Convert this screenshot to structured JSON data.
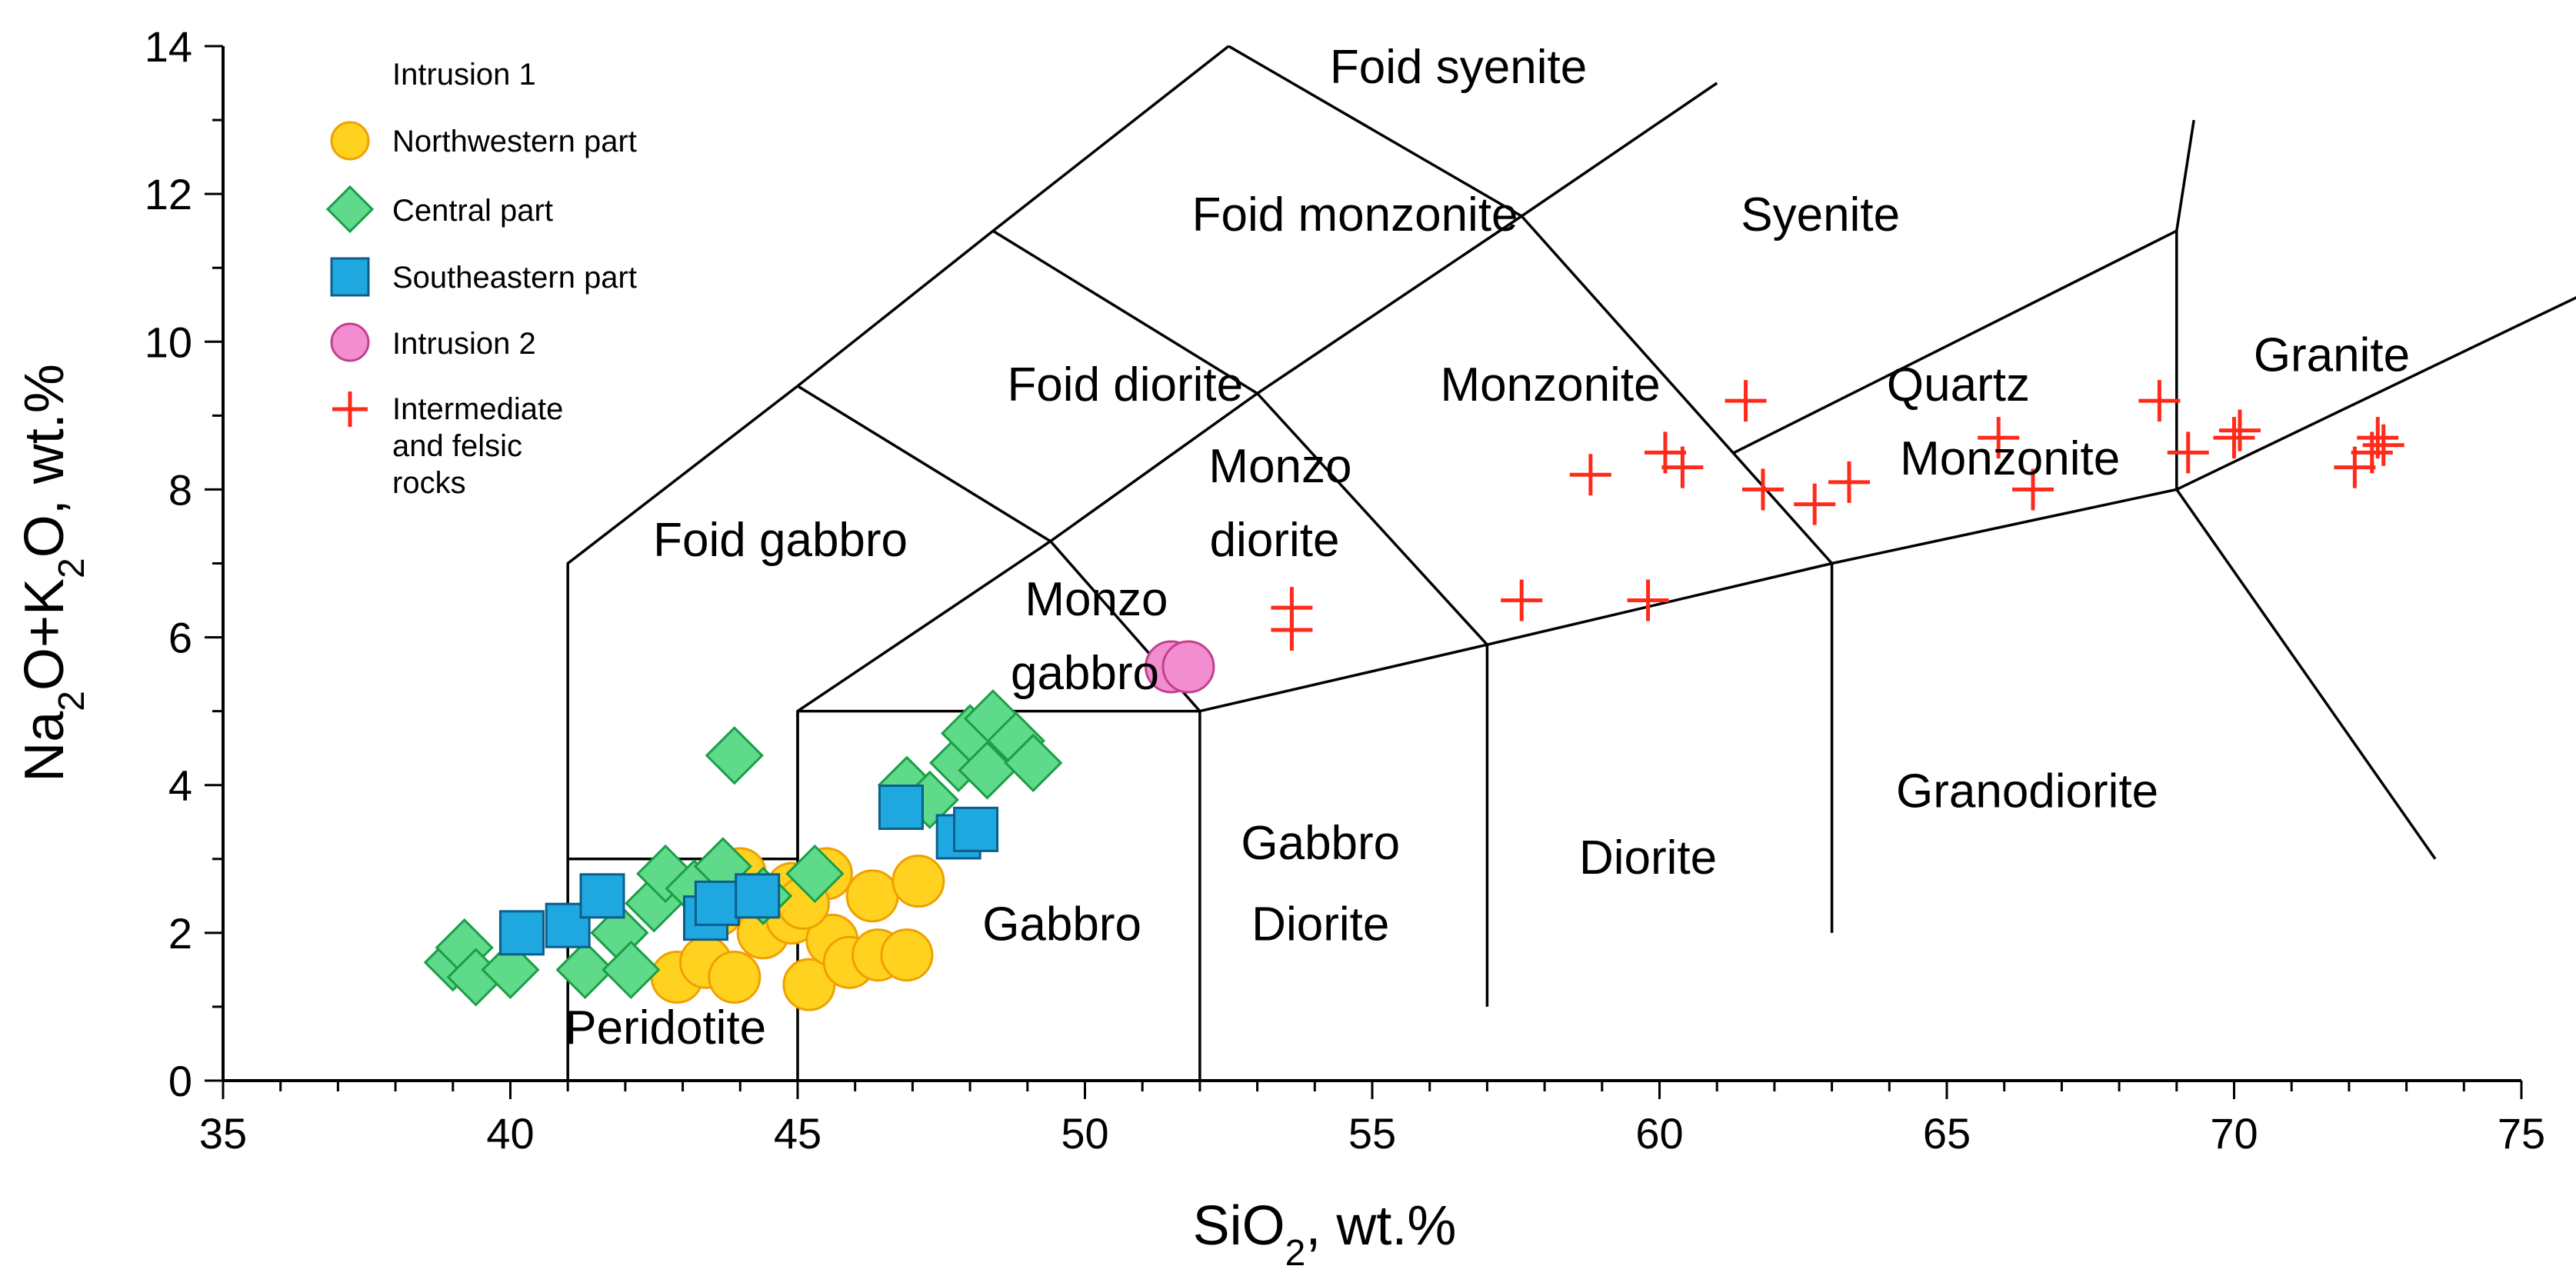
{
  "chart_data": {
    "type": "scatter",
    "xlabel": "SiO2, wt.%",
    "ylabel": "Na2O+K2O, wt.%",
    "xlim": [
      35,
      75
    ],
    "ylim": [
      0,
      14
    ],
    "xticks": [
      35,
      40,
      45,
      50,
      55,
      60,
      65,
      70,
      75
    ],
    "yticks": [
      0,
      2,
      4,
      6,
      8,
      10,
      12,
      14
    ],
    "grid": false,
    "legend_position": "top-left",
    "legend_group_label": "Intrusion 1",
    "colors": {
      "northwestern": "#FFD21F",
      "northwestern_edge": "#F0A000",
      "central": "#5FD98A",
      "central_edge": "#1B9E46",
      "southeastern": "#1FA8E0",
      "southeastern_edge": "#0B5F8A",
      "intrusion2": "#F28ED0",
      "intrusion2_edge": "#C2408F",
      "crosses": "#FF2A1A",
      "lines": "#000000"
    },
    "boundaries": [
      [
        [
          41,
          3
        ],
        [
          41,
          7
        ],
        [
          45,
          9.4
        ],
        [
          48.4,
          11.5
        ],
        [
          52.5,
          14
        ]
      ],
      [
        [
          41,
          3
        ],
        [
          45,
          3
        ],
        [
          45,
          5
        ],
        [
          49.4,
          7.3
        ],
        [
          53,
          9.3
        ],
        [
          57.6,
          11.7
        ],
        [
          61,
          13.5
        ]
      ],
      [
        [
          45,
          0
        ],
        [
          45,
          5
        ]
      ],
      [
        [
          41,
          0
        ],
        [
          41,
          3
        ]
      ],
      [
        [
          45,
          5
        ],
        [
          52,
          5
        ]
      ],
      [
        [
          52,
          0
        ],
        [
          52,
          5
        ],
        [
          57,
          5.9
        ],
        [
          63,
          7
        ],
        [
          69,
          8
        ],
        [
          77.3,
          11.1
        ]
      ],
      [
        [
          57,
          1
        ],
        [
          57,
          5.9
        ]
      ],
      [
        [
          63,
          2
        ],
        [
          63,
          7
        ]
      ],
      [
        [
          69,
          8
        ],
        [
          73.5,
          3
        ]
      ],
      [
        [
          69,
          8
        ],
        [
          69,
          11.5
        ],
        [
          69.3,
          13
        ]
      ],
      [
        [
          49.4,
          7.3
        ],
        [
          45,
          9.4
        ]
      ],
      [
        [
          53,
          9.3
        ],
        [
          48.4,
          11.5
        ]
      ],
      [
        [
          57.6,
          11.7
        ],
        [
          52.5,
          14
        ]
      ],
      [
        [
          49.4,
          7.3
        ],
        [
          52,
          5
        ]
      ],
      [
        [
          53,
          9.3
        ],
        [
          57,
          5.9
        ]
      ],
      [
        [
          57.6,
          11.7
        ],
        [
          63,
          7
        ]
      ],
      [
        [
          61.3,
          8.5
        ],
        [
          69,
          11.5
        ]
      ]
    ],
    "field_labels": [
      {
        "text": "Foid syenite",
        "x": 56.5,
        "y": 13.5
      },
      {
        "text": "Foid monzonite",
        "x": 54.7,
        "y": 11.5
      },
      {
        "text": "Syenite",
        "x": 62.8,
        "y": 11.5
      },
      {
        "text": "Foid diorite",
        "x": 50.7,
        "y": 9.2
      },
      {
        "text": "Monzonite",
        "x": 58.1,
        "y": 9.2
      },
      {
        "text": "Quartz",
        "x": 65.2,
        "y": 9.2
      },
      {
        "text": "Monzonite",
        "x": 66.1,
        "y": 8.2
      },
      {
        "text": "Granite",
        "x": 71.7,
        "y": 9.6
      },
      {
        "text": "Foid gabbro",
        "x": 44.7,
        "y": 7.1
      },
      {
        "text": "Monzo",
        "x": 53.4,
        "y": 8.1
      },
      {
        "text": "diorite",
        "x": 53.3,
        "y": 7.1
      },
      {
        "text": "Monzo",
        "x": 50.2,
        "y": 6.3
      },
      {
        "text": "gabbro",
        "x": 50.0,
        "y": 5.3
      },
      {
        "text": "Granodiorite",
        "x": 66.4,
        "y": 3.7
      },
      {
        "text": "Gabbro",
        "x": 54.1,
        "y": 3.0
      },
      {
        "text": "Diorite",
        "x": 59.8,
        "y": 2.8
      },
      {
        "text": "Gabbro",
        "x": 49.6,
        "y": 1.9
      },
      {
        "text": "Diorite",
        "x": 54.1,
        "y": 1.9
      },
      {
        "text": "Peridotite",
        "x": 42.7,
        "y": 0.5
      }
    ],
    "series": [
      {
        "name": "Northwestern part",
        "marker": "circle",
        "points": [
          [
            42.9,
            1.4
          ],
          [
            43.4,
            1.6
          ],
          [
            43.9,
            1.4
          ],
          [
            44.4,
            2.0
          ],
          [
            44.9,
            2.2
          ],
          [
            45.2,
            1.3
          ],
          [
            45.6,
            1.9
          ],
          [
            45.9,
            1.6
          ],
          [
            46.4,
            1.7
          ],
          [
            46.9,
            1.7
          ],
          [
            44.1,
            2.6
          ],
          [
            44.9,
            2.6
          ],
          [
            45.5,
            2.8
          ],
          [
            46.3,
            2.5
          ],
          [
            47.1,
            2.7
          ],
          [
            43.6,
            2.3
          ],
          [
            45.1,
            2.4
          ],
          [
            44.0,
            2.8
          ]
        ]
      },
      {
        "name": "Central part",
        "marker": "diamond",
        "points": [
          [
            39.0,
            1.6
          ],
          [
            39.2,
            1.8
          ],
          [
            39.4,
            1.4
          ],
          [
            40.0,
            1.5
          ],
          [
            41.3,
            1.5
          ],
          [
            41.9,
            2.0
          ],
          [
            42.1,
            1.5
          ],
          [
            42.5,
            2.4
          ],
          [
            42.7,
            2.8
          ],
          [
            43.2,
            2.6
          ],
          [
            43.7,
            2.9
          ],
          [
            43.9,
            4.4
          ],
          [
            44.4,
            2.5
          ],
          [
            45.3,
            2.8
          ],
          [
            46.9,
            4.0
          ],
          [
            47.3,
            3.8
          ],
          [
            47.8,
            4.3
          ],
          [
            48.0,
            4.7
          ],
          [
            48.3,
            4.2
          ],
          [
            48.4,
            4.9
          ],
          [
            48.8,
            4.6
          ],
          [
            49.1,
            4.3
          ]
        ]
      },
      {
        "name": "Southeastern part",
        "marker": "square",
        "points": [
          [
            40.2,
            2.0
          ],
          [
            41.0,
            2.1
          ],
          [
            41.6,
            2.5
          ],
          [
            43.4,
            2.2
          ],
          [
            43.6,
            2.4
          ],
          [
            44.3,
            2.5
          ],
          [
            46.8,
            3.7
          ],
          [
            47.8,
            3.3
          ],
          [
            48.1,
            3.4
          ]
        ]
      },
      {
        "name": "Intrusion 2",
        "marker": "circle",
        "points": [
          [
            51.5,
            5.6
          ],
          [
            51.8,
            5.6
          ]
        ]
      },
      {
        "name": "Intermediate and felsic rocks",
        "marker": "cross",
        "points": [
          [
            53.6,
            6.1
          ],
          [
            53.6,
            6.4
          ],
          [
            57.6,
            6.5
          ],
          [
            58.8,
            8.2
          ],
          [
            59.8,
            6.5
          ],
          [
            60.1,
            8.5
          ],
          [
            60.4,
            8.3
          ],
          [
            61.5,
            9.2
          ],
          [
            61.8,
            8.0
          ],
          [
            62.7,
            7.8
          ],
          [
            63.3,
            8.1
          ],
          [
            65.9,
            8.7
          ],
          [
            66.5,
            8.0
          ],
          [
            68.7,
            9.2
          ],
          [
            69.2,
            8.5
          ],
          [
            70.0,
            8.7
          ],
          [
            70.1,
            8.8
          ],
          [
            72.1,
            8.3
          ],
          [
            72.4,
            8.5
          ],
          [
            72.5,
            8.7
          ],
          [
            72.6,
            8.6
          ]
        ]
      }
    ]
  }
}
